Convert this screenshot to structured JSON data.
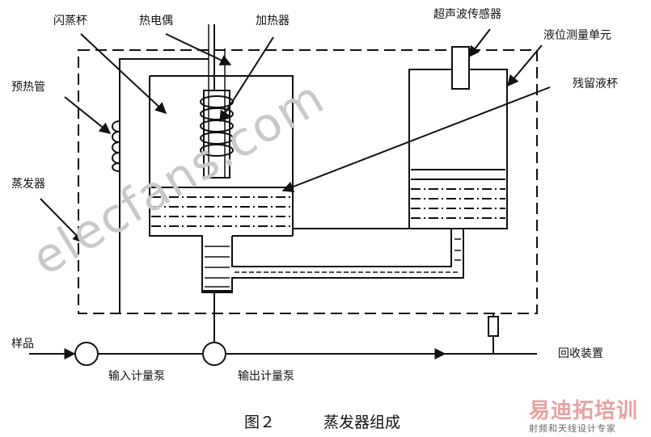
{
  "labels": {
    "flash_cup": "闪蒸杯",
    "thermocouple": "热电偶",
    "heater": "加热器",
    "ultrasonic_sensor": "超声波传感器",
    "level_unit": "液位测量单元",
    "preheat_tube": "预热管",
    "residual_cup": "残留液杯",
    "evaporator": "蒸发器",
    "sample": "样品",
    "recovery": "回收装置",
    "input_pump": "输入计量泵",
    "output_pump": "输出计量泵"
  },
  "caption": {
    "figure_no": "图２",
    "title": "蒸发器组成"
  },
  "watermark": "elecfans.com",
  "logo": {
    "main": "易迪拓培训",
    "sub": "射频和天线设计专家"
  }
}
